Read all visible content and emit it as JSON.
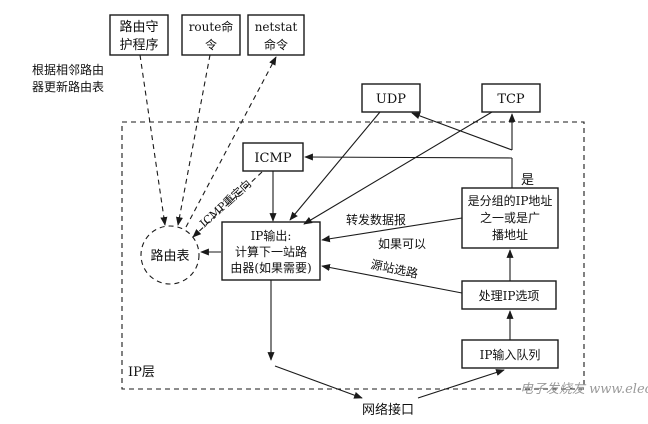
{
  "boxes": {
    "daemon": [
      "路由守",
      "护程序"
    ],
    "route_cmd": [
      "route命",
      "令"
    ],
    "netstat_cmd": [
      "netstat",
      "命令"
    ],
    "udp": "UDP",
    "tcp": "TCP",
    "icmp": "ICMP",
    "routing_table": "路由表",
    "ip_output": [
      "IP输出:",
      "计算下一站路",
      "由器(如果需要)"
    ],
    "is_my_ip": [
      "是分组的IP地址",
      "之一或是广",
      "播地址"
    ],
    "ip_options": "处理IP选项",
    "ip_input_queue": "IP输入队列"
  },
  "labels": {
    "neighbor_update": [
      "根据相邻路由",
      "器更新路由表"
    ],
    "icmp_redirect": "ICMP重定向",
    "forward": "转发数据报",
    "if_possible": "如果可以",
    "source_route": "源站选路",
    "yes": "是",
    "ip_layer": "IP层",
    "net_interface": "网络接口"
  },
  "watermark": "电子发烧友 www.elecfans.com"
}
